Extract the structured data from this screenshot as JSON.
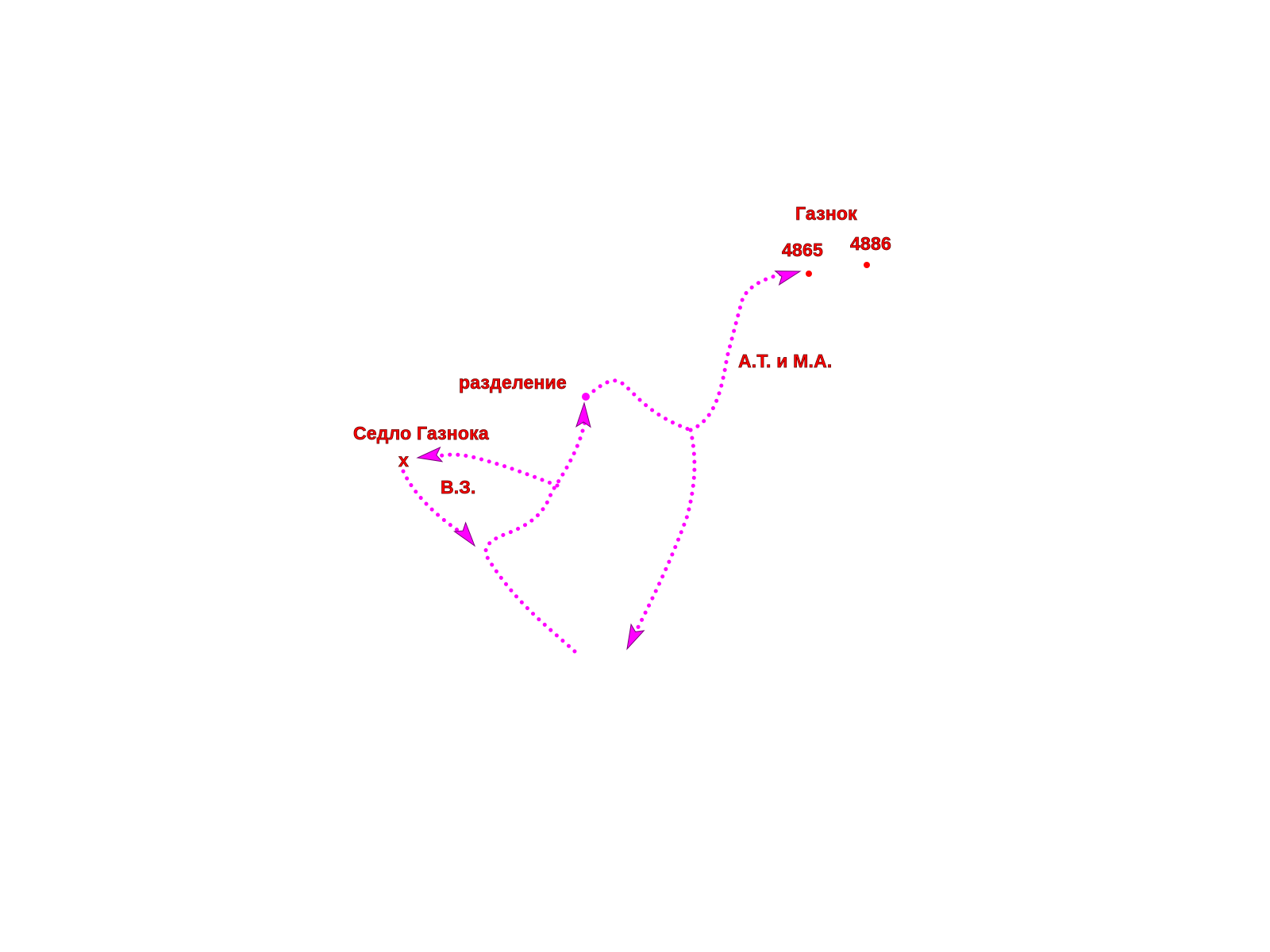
{
  "colors": {
    "route": "#ff00ff",
    "route_outline": "#7a007a",
    "label": "#ff0000",
    "background": "#ffffff"
  },
  "labels": {
    "peak_name": "Газнок",
    "summit_a": "4865",
    "summit_b": "4886",
    "split": "разделение",
    "saddle": "Седло Газнока",
    "saddle_marker": "х",
    "group_vz": "В.З.",
    "group_at_ma": "А.Т. и М.А."
  },
  "icons": {
    "summit_marker": "summit-dot-icon",
    "arrow": "route-arrow-icon"
  }
}
